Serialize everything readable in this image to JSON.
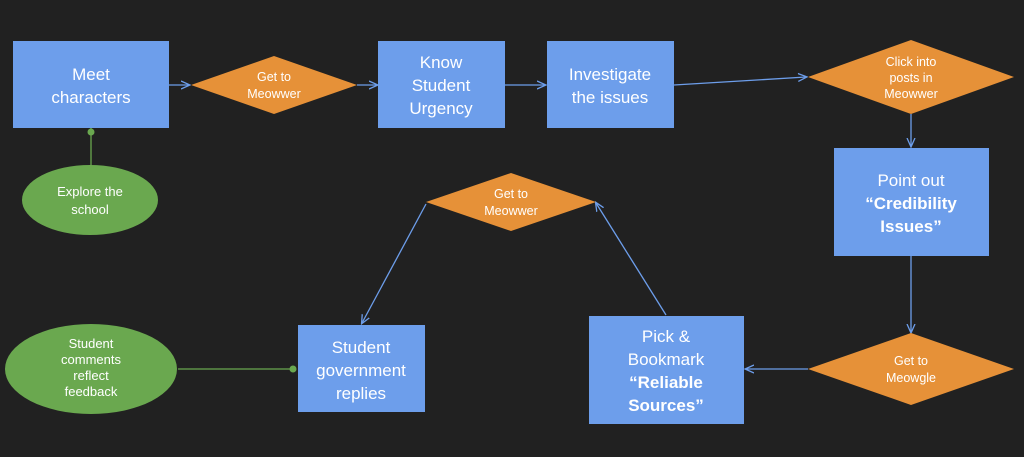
{
  "colors": {
    "background": "#212121",
    "process": "#6d9eeb",
    "decision": "#e69138",
    "terminal": "#6aa84f",
    "arrow": "#6d9eeb",
    "connector": "#6aa84f",
    "text": "#ffffff"
  },
  "nodes": {
    "meet_characters": {
      "lines": [
        "Meet",
        "characters"
      ]
    },
    "get_to_meowwer_1": {
      "lines": [
        "Get to",
        "Meowwer"
      ]
    },
    "know_urgency": {
      "lines": [
        "Know",
        "Student",
        "Urgency"
      ]
    },
    "investigate": {
      "lines": [
        "Investigate",
        "the issues"
      ]
    },
    "click_posts": {
      "lines": [
        "Click into",
        "posts in",
        "Meowwer"
      ]
    },
    "credibility": {
      "lines": [
        "Point out",
        "“Credibility",
        "Issues”"
      ]
    },
    "get_to_meowgle": {
      "lines": [
        "Get to",
        "Meowgle"
      ]
    },
    "reliable_sources": {
      "lines": [
        "Pick &",
        "Bookmark",
        "“Reliable",
        "Sources”"
      ]
    },
    "get_to_meowwer_2": {
      "lines": [
        "Get to",
        "Meowwer"
      ]
    },
    "student_gov": {
      "lines": [
        "Student",
        "government",
        "replies"
      ]
    },
    "comments_feedback": {
      "lines": [
        "Student",
        "comments",
        "reflect",
        "feedback"
      ]
    },
    "explore_school": {
      "lines": [
        "Explore the",
        "school"
      ]
    }
  }
}
